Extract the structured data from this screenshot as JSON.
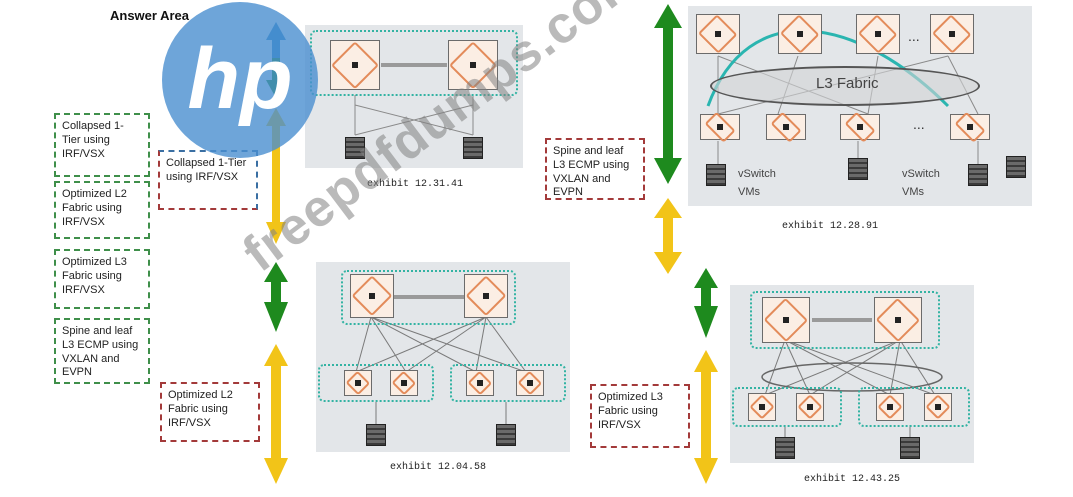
{
  "header": {
    "title": "Answer Area"
  },
  "source_options": [
    {
      "label": "Collapsed 1-Tier using IRF/VSX"
    },
    {
      "label": "Optimized L2 Fabric using IRF/VSX"
    },
    {
      "label": "Optimized L3 Fabric using IRF/VSX"
    },
    {
      "label": "Spine and leaf L3 ECMP using VXLAN and EVPN"
    }
  ],
  "answers": {
    "exhibit_1": "Collapsed 1-Tier using IRF/VSX",
    "exhibit_2": "Optimized L2 Fabric using IRF/VSX",
    "exhibit_3": "Spine and leaf L3 ECMP using VXLAN and EVPN",
    "exhibit_4": "Optimized L3 Fabric using IRF/VSX"
  },
  "exhibits": {
    "exhibit_1": {
      "caption": "exhibit 12.31.41"
    },
    "exhibit_2": {
      "caption": "exhibit 12.04.58"
    },
    "exhibit_3": {
      "caption": "exhibit 12.28.91",
      "fabric_label": "L3 Fabric",
      "vswitch_left": "vSwitch",
      "vms_left": "VMs",
      "vswitch_right": "vSwitch",
      "vms_right": "VMs",
      "ellipsis_top": "...",
      "ellipsis_bottom": "..."
    },
    "exhibit_4": {
      "caption": "exhibit 12.43.25"
    }
  },
  "logo": {
    "text": "hp"
  },
  "watermark": {
    "text": "freepdfdumps.com"
  },
  "colors": {
    "arrow_green": "#1e8a1e",
    "arrow_yellow": "#f2c418",
    "arrow_blue": "#2f86c6",
    "logo_blue": "#4a8fd0",
    "source_border": "#3f8f4a",
    "target_border": "#a33a3a",
    "cluster": "#33b3a3"
  }
}
